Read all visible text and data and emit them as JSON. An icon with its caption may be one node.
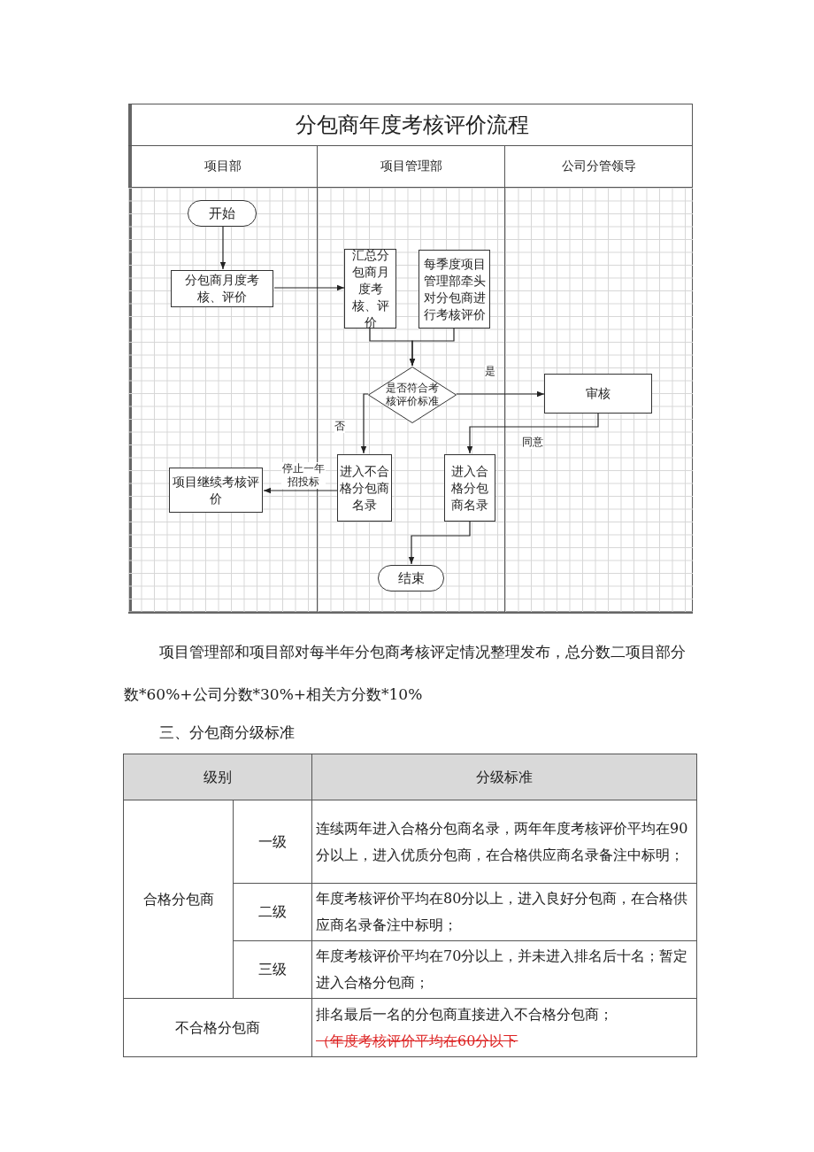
{
  "diagram": {
    "title": "分包商年度考核评价流程",
    "nodes": [
      {
        "text": [
          "项目部"
        ]
      },
      {
        "text": [
          "项目管理部"
        ]
      },
      {
        "text": [
          "公司分管领导"
        ]
      },
      {
        "text": [
          "开始"
        ],
        "in": 0
      },
      {
        "text": [
          "分包商月度考核、评价"
        ],
        "in": 0
      },
      {
        "text": [
          "汇总分包商月度考核、评价"
        ],
        "in": 1
      },
      {
        "text": [
          "每季度项目管理部牵头对分包商进行考核评价"
        ],
        "in": 1
      },
      {
        "text": [
          "是否符合考核评价标准"
        ],
        "in": 1
      },
      {
        "text": [
          "审核"
        ],
        "in": 2
      },
      {
        "text": [
          "进入不合格分包商名录"
        ],
        "in": 1
      },
      {
        "text": [
          "进入合格分包商名录"
        ],
        "in": 1
      },
      {
        "text": [
          "项目继续考核评价"
        ],
        "in": 0
      },
      {
        "text": [
          "结束"
        ],
        "in": 1
      }
    ],
    "edges": [
      {
        "from": 3,
        "to": 4,
        "arrow": "to"
      },
      {
        "from": 4,
        "to": 5,
        "arrow": "to"
      },
      {
        "from": 5,
        "to": 7,
        "arrow": "to"
      },
      {
        "from": 6,
        "to": 7,
        "arrow": "to"
      },
      {
        "from": 7,
        "to": 8,
        "arrow": "to",
        "label": "是"
      },
      {
        "from": 7,
        "to": 9,
        "arrow": "to",
        "label": "否"
      },
      {
        "from": 8,
        "to": 10,
        "arrow": "to",
        "label": "同意"
      },
      {
        "from": 9,
        "to": 11,
        "arrow": "to",
        "label": "停止一年招投标"
      },
      {
        "from": 10,
        "to": 12,
        "arrow": "to"
      }
    ],
    "labels": [
      "项目管理部和项目部对每半年分包商考核评定情况整理发布，总分数二项目部分数*60%+公司分数*30%+相关方分数*10%",
      "三、分包商分级标准",
      "级别",
      "分级标准",
      "合格分包商",
      "一级",
      "连续两年进入合格分包商名录，两年年度考核评价平均在90分以上，进入优质分包商，在合格供应商名录备注中标明；",
      "二级",
      "年度考核评价平均在80分以上，进入良好分包商，在合格供应商名录备注中标明；",
      "三级",
      "年度考核评价平均在70分以上，并未进入排名后十名；暂定进入合格分包商；",
      "不合格分包商",
      "排名最后一名的分包商直接进入不合格分包商；",
      "（年度考核评价平均在60分以下"
    ]
  }
}
